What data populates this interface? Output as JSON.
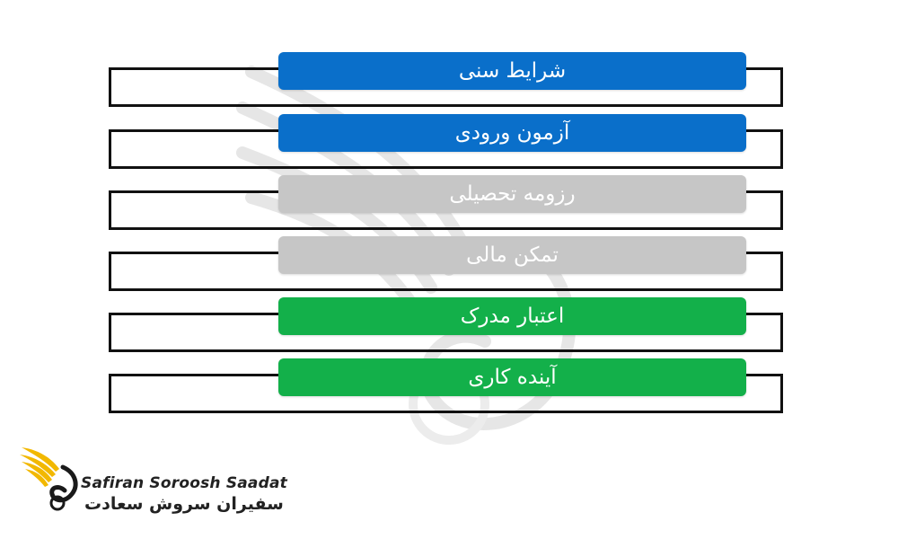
{
  "items": [
    {
      "label": "شرایط سنی",
      "color": "#0a6fca"
    },
    {
      "label": "آزمون ورودی",
      "color": "#0a6fca"
    },
    {
      "label": "رزومه تحصیلی",
      "color": "#c6c6c6"
    },
    {
      "label": "تمکن مالی",
      "color": "#c6c6c6"
    },
    {
      "label": "اعتبار مدرک",
      "color": "#13b04a"
    },
    {
      "label": "آینده کاری",
      "color": "#13b04a"
    }
  ],
  "logo": {
    "name_en": "Safiran Soroosh Saadat",
    "name_fa": "سفیران سروش سعادت",
    "colors": {
      "wing": "#f2b800",
      "body": "#1a1a1a"
    }
  }
}
